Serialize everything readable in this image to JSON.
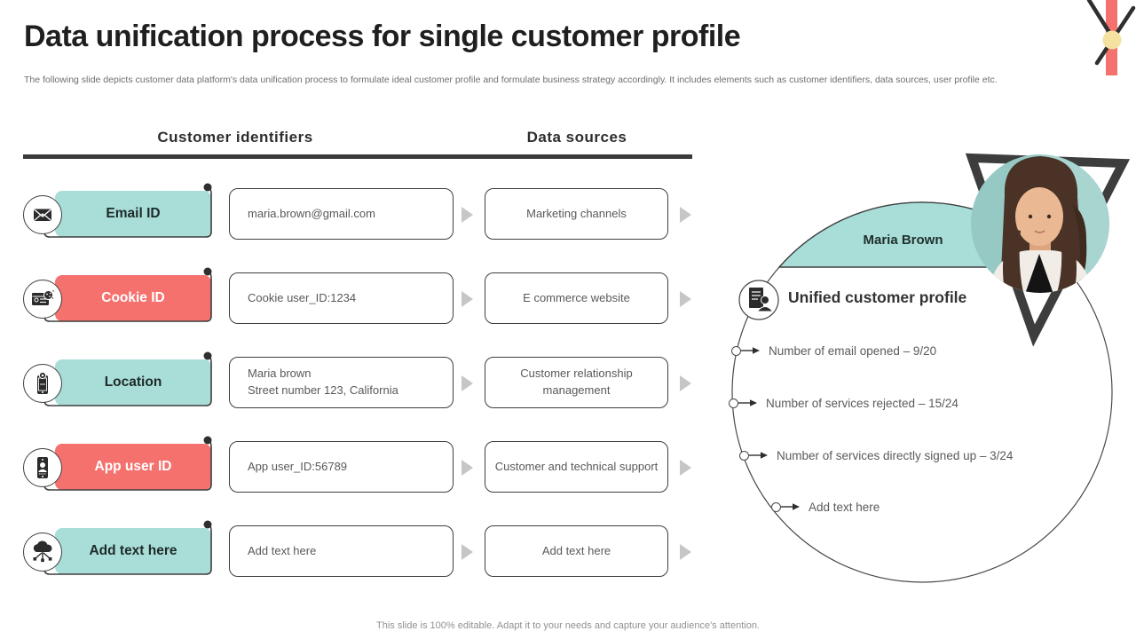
{
  "slide": {
    "title": "Data unification process for single customer profile",
    "subtitle": "The following slide depicts customer data platform's data unification process to formulate ideal customer profile and formulate business strategy accordingly. It includes elements such as customer identifiers, data sources, user profile etc.",
    "footer": "This slide is 100% editable. Adapt it to your needs and capture your audience's attention."
  },
  "table": {
    "headers": {
      "identifiers": "Customer identifiers",
      "sources": "Data sources"
    },
    "rows": [
      {
        "icon": "email-icon",
        "color": "teal",
        "label": "Email ID",
        "value": "maria.brown@gmail.com",
        "source": "Marketing channels"
      },
      {
        "icon": "cookie-icon",
        "color": "coral",
        "label": "Cookie ID",
        "value": "Cookie user_ID:1234",
        "source": "E commerce website"
      },
      {
        "icon": "location-icon",
        "color": "teal",
        "label": "Location",
        "value": "Maria brown\nStreet number 123, California",
        "source": "Customer relationship management"
      },
      {
        "icon": "app-user-icon",
        "color": "coral",
        "label": "App user ID",
        "value": "App user_ID:56789",
        "source": "Customer and technical support"
      },
      {
        "icon": "cloud-network-icon",
        "color": "teal",
        "label": "Add text here",
        "value": "Add text here",
        "source": "Add text here"
      }
    ]
  },
  "profile": {
    "name": "Maria Brown",
    "heading": "Unified customer profile",
    "bullets": [
      "Number of email opened – 9/20",
      "Number of services rejected – 15/24",
      "Number of services directly signed up – 3/24",
      "Add text here"
    ]
  },
  "colors": {
    "teal": "#a9ded8",
    "coral": "#f4716e",
    "dark": "#3f3f3f",
    "yellow": "#f5e2a0"
  }
}
